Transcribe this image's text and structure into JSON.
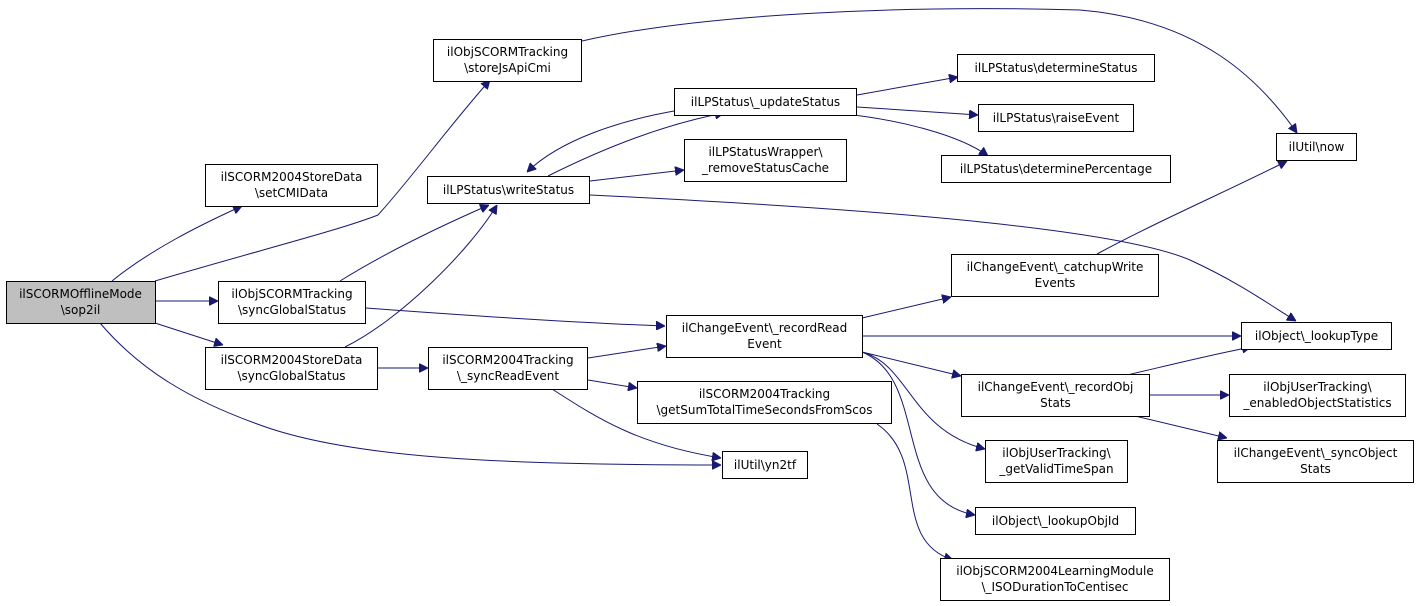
{
  "graph": {
    "root": "sop2il",
    "nodes": [
      {
        "id": "sop2il",
        "lines": [
          "ilSCORMOfflineMode",
          "\\sop2il"
        ],
        "root": true
      },
      {
        "id": "storeJsApiCmi",
        "lines": [
          "ilObjSCORMTracking",
          "\\storeJsApiCmi"
        ]
      },
      {
        "id": "setCMIData",
        "lines": [
          "ilSCORM2004StoreData",
          "\\setCMIData"
        ]
      },
      {
        "id": "writeStatus",
        "lines": [
          "ilLPStatus\\writeStatus"
        ]
      },
      {
        "id": "objSyncGlobalStatus",
        "lines": [
          "ilObjSCORMTracking",
          "\\syncGlobalStatus"
        ]
      },
      {
        "id": "storeSyncGlobalStatus",
        "lines": [
          "ilSCORM2004StoreData",
          "\\syncGlobalStatus"
        ]
      },
      {
        "id": "syncReadEvent",
        "lines": [
          "ilSCORM2004Tracking",
          "\\_syncReadEvent"
        ]
      },
      {
        "id": "updateStatus",
        "lines": [
          "ilLPStatus\\_updateStatus"
        ]
      },
      {
        "id": "removeStatusCache",
        "lines": [
          "ilLPStatusWrapper\\",
          "_removeStatusCache"
        ]
      },
      {
        "id": "determineStatus",
        "lines": [
          "ilLPStatus\\determineStatus"
        ]
      },
      {
        "id": "raiseEvent",
        "lines": [
          "ilLPStatus\\raiseEvent"
        ]
      },
      {
        "id": "determinePercentage",
        "lines": [
          "ilLPStatus\\determinePercentage"
        ]
      },
      {
        "id": "now",
        "lines": [
          "ilUtil\\now"
        ]
      },
      {
        "id": "recordReadEvent",
        "lines": [
          "ilChangeEvent\\_recordRead",
          "Event"
        ]
      },
      {
        "id": "catchupWriteEvents",
        "lines": [
          "ilChangeEvent\\_catchupWrite",
          "Events"
        ]
      },
      {
        "id": "lookupType",
        "lines": [
          "ilObject\\_lookupType"
        ]
      },
      {
        "id": "recordObjStats",
        "lines": [
          "ilChangeEvent\\_recordObj",
          "Stats"
        ]
      },
      {
        "id": "enabledObjectStatistics",
        "lines": [
          "ilObjUserTracking\\",
          "_enabledObjectStatistics"
        ]
      },
      {
        "id": "syncObjectStats",
        "lines": [
          "ilChangeEvent\\_syncObject",
          "Stats"
        ]
      },
      {
        "id": "getValidTimeSpan",
        "lines": [
          "ilObjUserTracking\\",
          "_getValidTimeSpan"
        ]
      },
      {
        "id": "lookupObjId",
        "lines": [
          "ilObject\\_lookupObjId"
        ]
      },
      {
        "id": "getSumTotalTime",
        "lines": [
          "ilSCORM2004Tracking",
          "\\getSumTotalTimeSecondsFromScos"
        ]
      },
      {
        "id": "yn2tf",
        "lines": [
          "ilUtil\\yn2tf"
        ]
      },
      {
        "id": "isoDuration",
        "lines": [
          "ilObjSCORM2004LearningModule",
          "\\_ISODurationToCentisec"
        ]
      }
    ],
    "edges": [
      {
        "from": "sop2il",
        "to": "storeJsApiCmi"
      },
      {
        "from": "sop2il",
        "to": "setCMIData"
      },
      {
        "from": "sop2il",
        "to": "objSyncGlobalStatus"
      },
      {
        "from": "sop2il",
        "to": "storeSyncGlobalStatus"
      },
      {
        "from": "sop2il",
        "to": "yn2tf"
      },
      {
        "from": "storeJsApiCmi",
        "to": "now"
      },
      {
        "from": "objSyncGlobalStatus",
        "to": "writeStatus"
      },
      {
        "from": "objSyncGlobalStatus",
        "to": "recordReadEvent"
      },
      {
        "from": "storeSyncGlobalStatus",
        "to": "writeStatus"
      },
      {
        "from": "storeSyncGlobalStatus",
        "to": "syncReadEvent"
      },
      {
        "from": "writeStatus",
        "to": "updateStatus"
      },
      {
        "from": "writeStatus",
        "to": "removeStatusCache"
      },
      {
        "from": "writeStatus",
        "to": "lookupType"
      },
      {
        "from": "updateStatus",
        "to": "writeStatus"
      },
      {
        "from": "updateStatus",
        "to": "determineStatus"
      },
      {
        "from": "updateStatus",
        "to": "raiseEvent"
      },
      {
        "from": "updateStatus",
        "to": "determinePercentage"
      },
      {
        "from": "syncReadEvent",
        "to": "recordReadEvent"
      },
      {
        "from": "syncReadEvent",
        "to": "getSumTotalTime"
      },
      {
        "from": "syncReadEvent",
        "to": "yn2tf"
      },
      {
        "from": "recordReadEvent",
        "to": "catchupWriteEvents"
      },
      {
        "from": "recordReadEvent",
        "to": "lookupType"
      },
      {
        "from": "recordReadEvent",
        "to": "recordObjStats"
      },
      {
        "from": "recordReadEvent",
        "to": "getValidTimeSpan"
      },
      {
        "from": "recordReadEvent",
        "to": "lookupObjId"
      },
      {
        "from": "catchupWriteEvents",
        "to": "now"
      },
      {
        "from": "recordObjStats",
        "to": "lookupType"
      },
      {
        "from": "recordObjStats",
        "to": "enabledObjectStatistics"
      },
      {
        "from": "recordObjStats",
        "to": "syncObjectStats"
      },
      {
        "from": "getSumTotalTime",
        "to": "isoDuration"
      }
    ]
  }
}
